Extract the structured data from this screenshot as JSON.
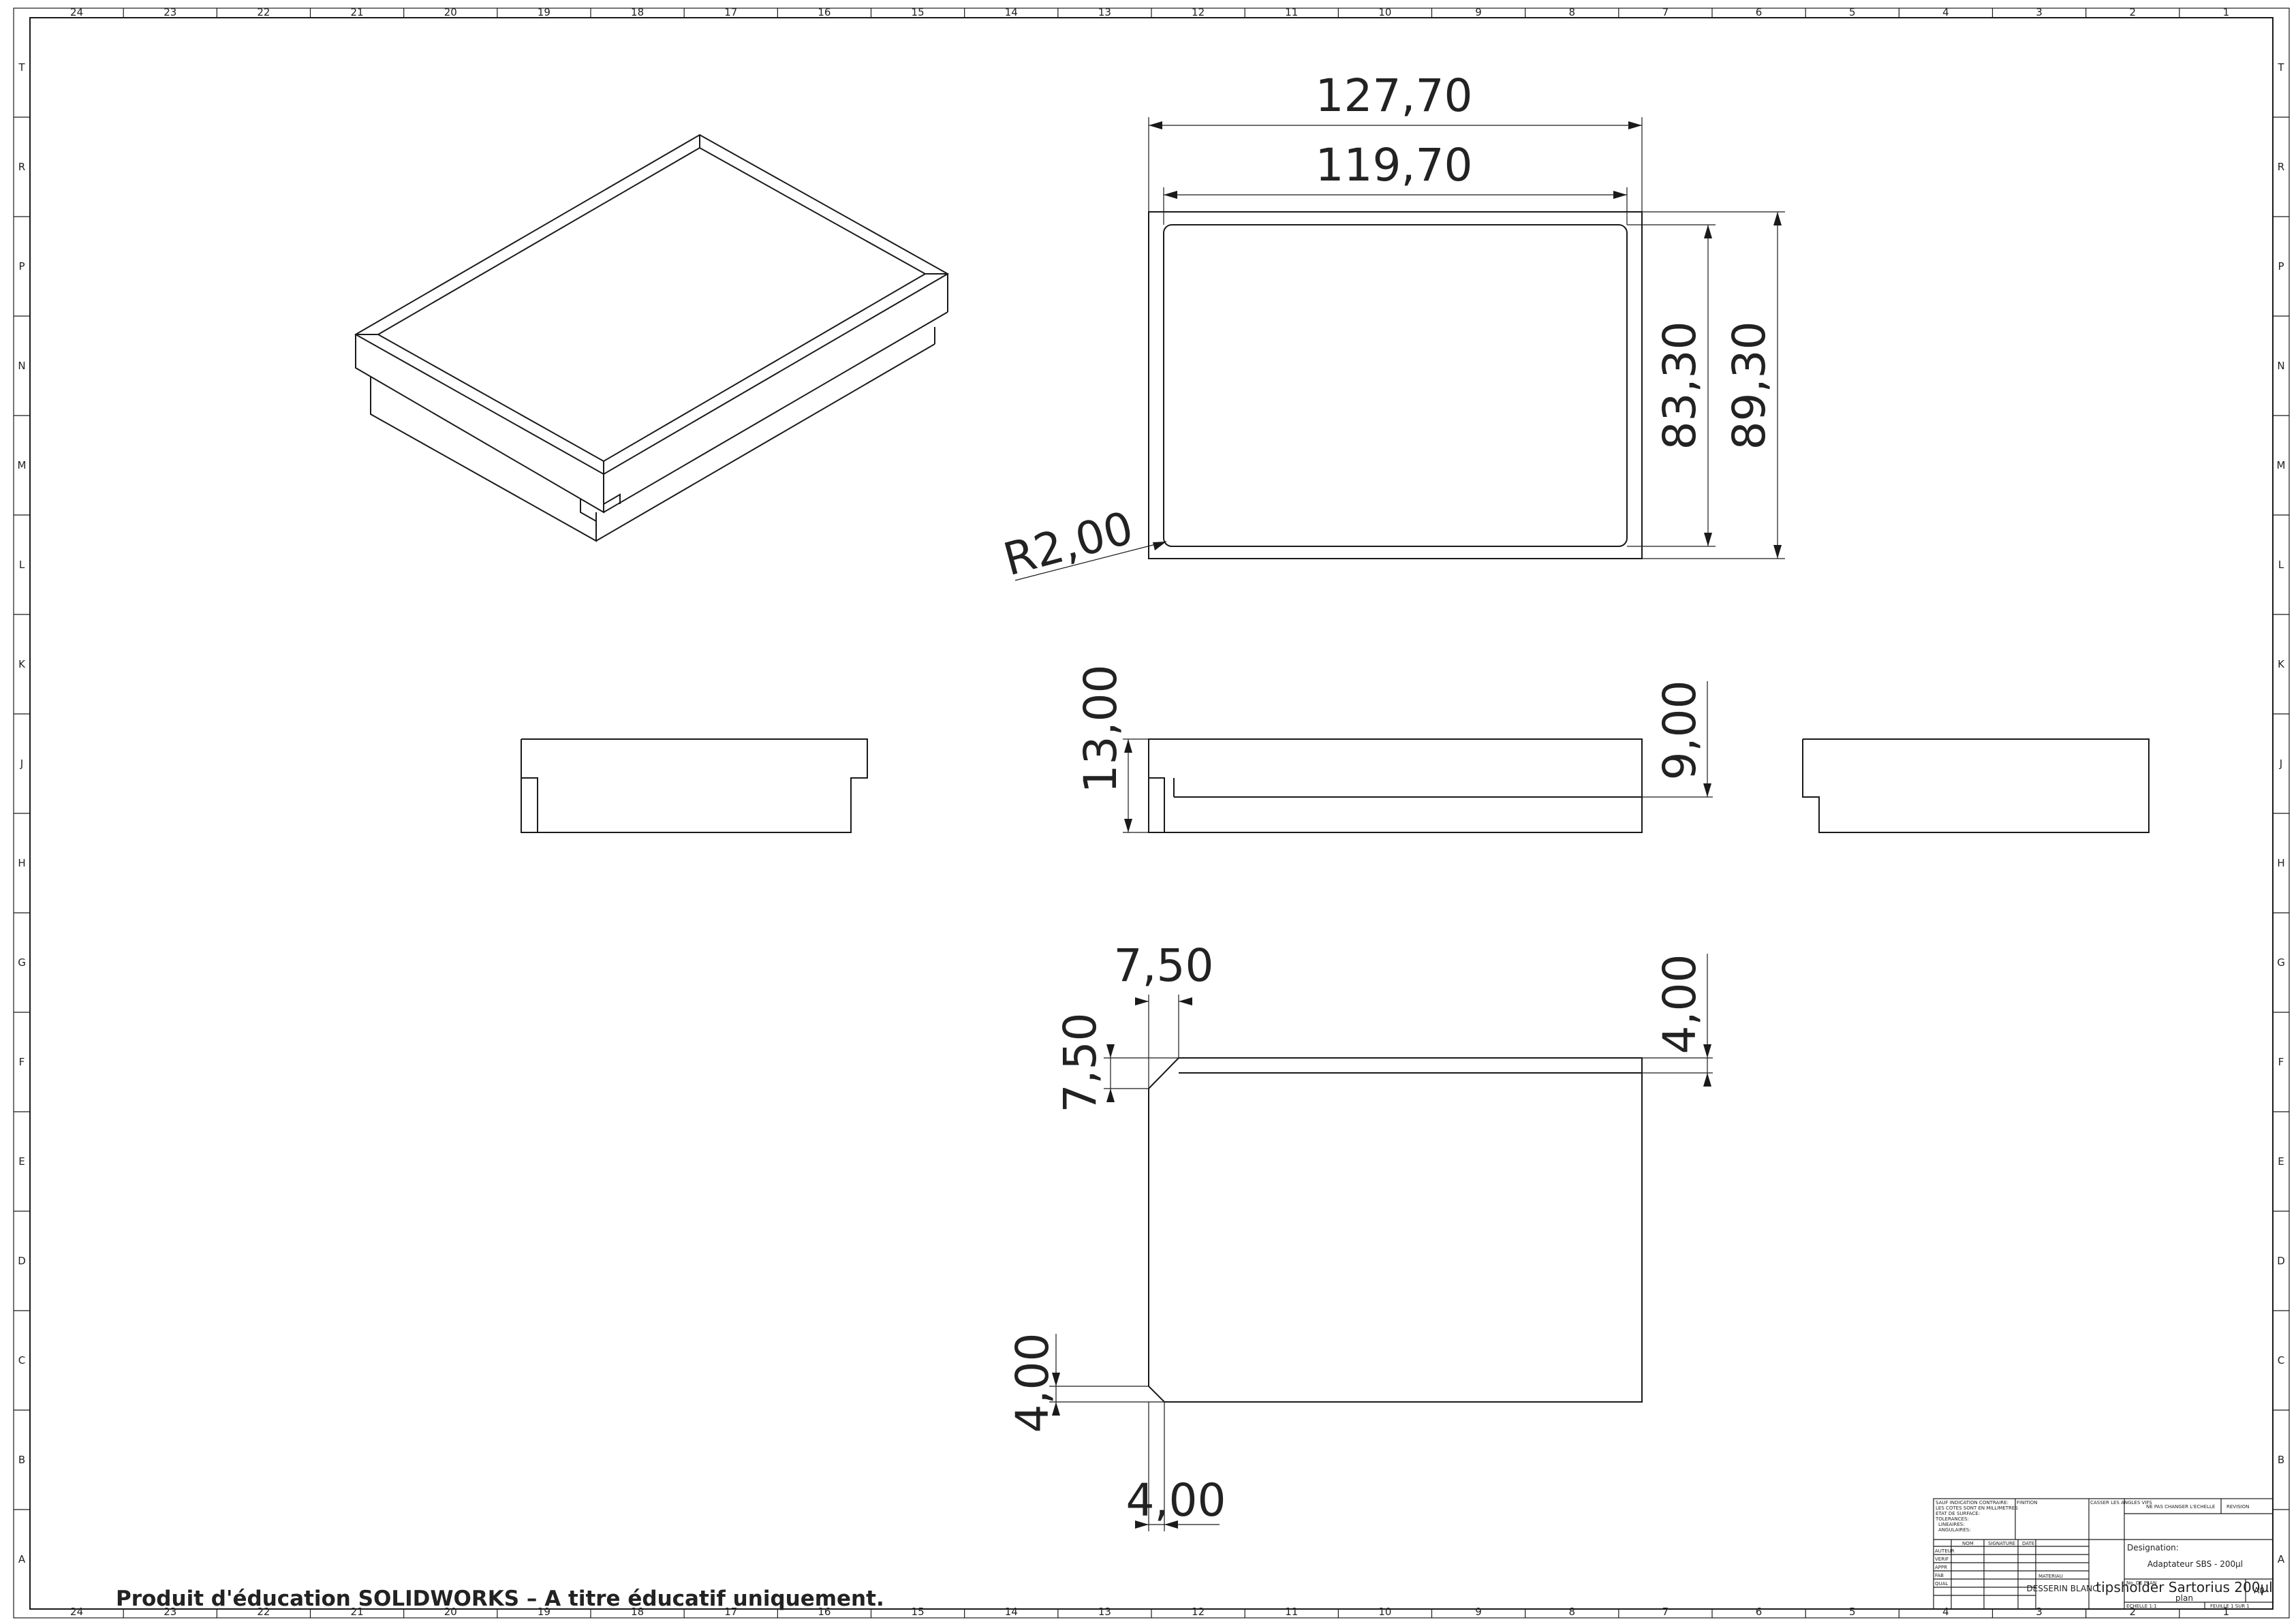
{
  "dimensions": {
    "top_view": {
      "overall_length": "127,70",
      "inner_length": "119,70",
      "inner_width": "83,30",
      "overall_width": "89,30",
      "corner_radius": "R2,00"
    },
    "front_view": {
      "total_height": "13,00",
      "upper_height": "9,00"
    },
    "bottom_view": {
      "chamfer_top_horizontal": "7,50",
      "chamfer_top_vertical": "7,50",
      "step_height": "4,00",
      "chamfer_bottom_vertical": "4,00",
      "chamfer_bottom_horizontal": "4,00"
    }
  },
  "border": {
    "columns": [
      "24",
      "23",
      "22",
      "21",
      "20",
      "19",
      "18",
      "17",
      "16",
      "15",
      "14",
      "13",
      "12",
      "11",
      "10",
      "9",
      "8",
      "7",
      "6",
      "5",
      "4",
      "3",
      "2",
      "1"
    ],
    "rows": [
      "T",
      "R",
      "P",
      "N",
      "M",
      "L",
      "K",
      "J",
      "H",
      "G",
      "F",
      "E",
      "D",
      "C",
      "B",
      "A"
    ]
  },
  "title_block": {
    "designation_label": "Designation:",
    "designation_value": "Adaptateur SBS - 200µl",
    "drawing_title": "tipsholder Sartorius 200µl",
    "drawing_subtitle": "plan",
    "sheet_size": "A0",
    "material": "DESSERIN BLANC",
    "header_text": "NE PAS CHANGER L'ECHELLE",
    "revision_label": "REVISION",
    "col_name": "NOM",
    "col_signature": "SIGNATURE",
    "col_date": "DATE",
    "row_labels": [
      "AUTEUR",
      "VERIF",
      "APPR",
      "FAB",
      "QUAL"
    ],
    "finish_label": "FINITION",
    "matter_label": "MATERIAU",
    "drawing_no_label": "No. DE PLAN",
    "scale_label": "ECHELLE 1:1",
    "sheet_label": "FEUILLE 1 SUR 1",
    "notes": [
      "SAUF INDICATION CONTRAIRE:",
      "LES COTES SONT EN MILLIMETRES",
      "ETAT DE SURFACE:",
      "TOLERANCES:",
      "LINEAIRES:",
      "ANGULAIRES:"
    ],
    "deburr_note": "CASSER LES ANGLES VIFS"
  },
  "watermark": "Produit d'éducation SOLIDWORKS – A titre éducatif uniquement."
}
